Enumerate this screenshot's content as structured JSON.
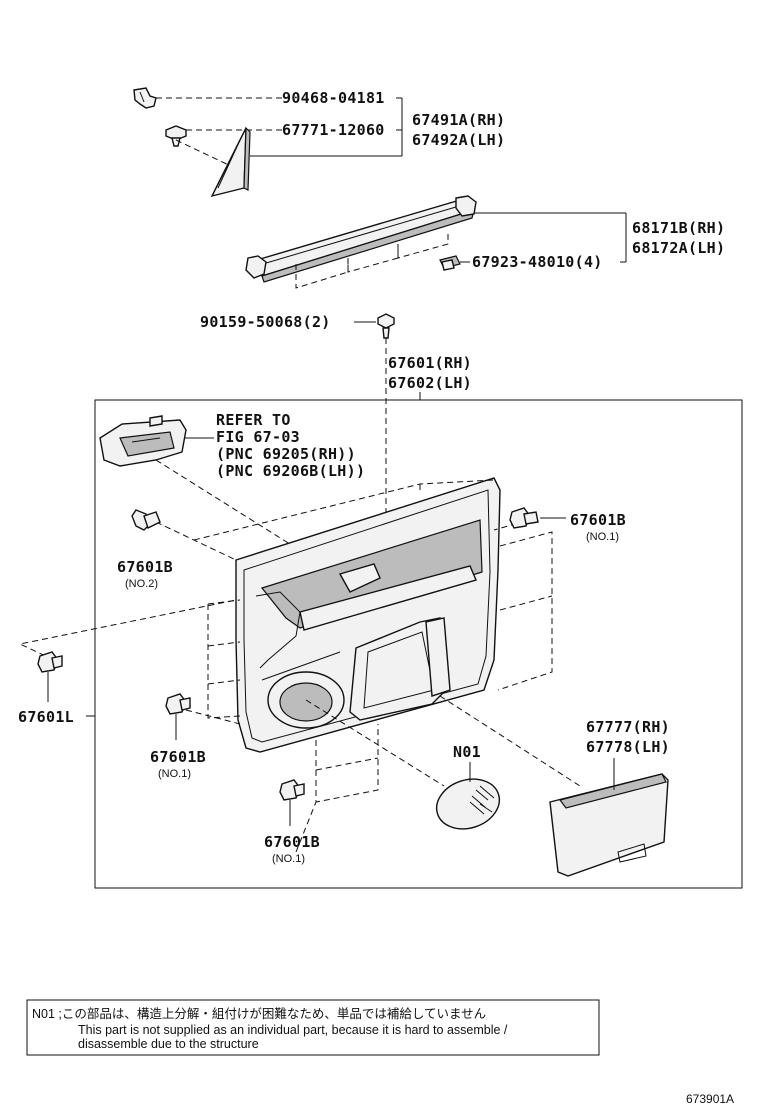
{
  "labels": {
    "p90468": "90468-04181",
    "p67771": "67771-12060",
    "p67491": "67491A(RH)",
    "p67492": "67492A(LH)",
    "p68171": "68171B(RH)",
    "p68172": "68172A(LH)",
    "p67923": "67923-48010(4)",
    "p90159": "90159-50068(2)",
    "p67601": "67601(RH)",
    "p67602": "67602(LH)",
    "refer1": "REFER TO",
    "refer2": "FIG 67-03",
    "refer3": "(PNC 69205(RH))",
    "refer4": "(PNC 69206B(LH))",
    "p67601b_right": "67601B",
    "p67601b_right_sub": "(NO.1)",
    "p67601b_no2": "67601B",
    "p67601b_no2_sub": "(NO.2)",
    "p67601l": "67601L",
    "p67601b_mid": "67601B",
    "p67601b_mid_sub": "(NO.1)",
    "p67601b_bot": "67601B",
    "p67601b_bot_sub": "(NO.1)",
    "n01": "N01",
    "p67777": "67777(RH)",
    "p67778": "67778(LH)"
  },
  "note": {
    "line1": "N01 ;この部品は、構造上分解・組付けが困難なため、単品では補給していません",
    "line2": "This part is not supplied as an individual part, because it is hard to assemble /",
    "line3": "disassemble due to the structure"
  },
  "figure_id": "673901A"
}
